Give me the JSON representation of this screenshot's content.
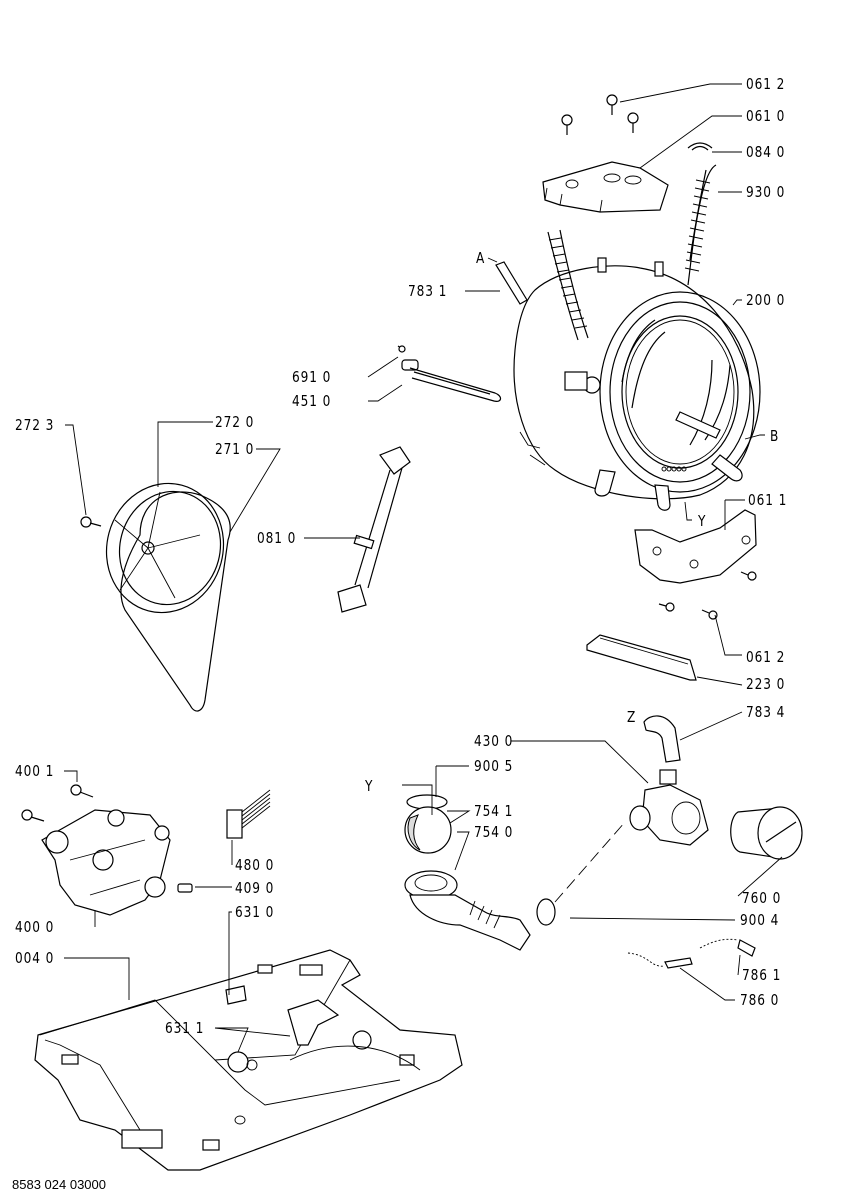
{
  "diagram": {
    "type": "exploded-parts-view",
    "subject": "washing machine tub, motor, drain pump and base assembly",
    "document_code": "8583 024 03000",
    "labels": [
      {
        "id": "061-2-top",
        "text": "061 2",
        "part": "screw"
      },
      {
        "id": "061-0",
        "text": "061 0",
        "part": "tub top counterweight"
      },
      {
        "id": "084-0",
        "text": "084 0",
        "part": "spring clip"
      },
      {
        "id": "930-0",
        "text": "930 0",
        "part": "suspension spring"
      },
      {
        "id": "783-1",
        "text": "783 1",
        "part": "hose/pin A"
      },
      {
        "id": "200-0",
        "text": "200 0",
        "part": "tub assembly"
      },
      {
        "id": "691-0",
        "text": "691 0",
        "part": "NTC sensor"
      },
      {
        "id": "451-0",
        "text": "451 0",
        "part": "heating element"
      },
      {
        "id": "272-3",
        "text": "272 3",
        "part": "pulley screw"
      },
      {
        "id": "272-0",
        "text": "272 0",
        "part": "drum pulley"
      },
      {
        "id": "271-0",
        "text": "271 0",
        "part": "drive belt"
      },
      {
        "id": "081-0",
        "text": "081 0",
        "part": "shock absorber"
      },
      {
        "id": "061-1",
        "text": "061 1",
        "part": "lower counterweight"
      },
      {
        "id": "061-2-bottom",
        "text": "061 2",
        "part": "screw"
      },
      {
        "id": "223-0",
        "text": "223 0",
        "part": "drum paddle"
      },
      {
        "id": "783-4",
        "text": "783 4",
        "part": "hose Z"
      },
      {
        "id": "430-0",
        "text": "430 0",
        "part": "drain pump"
      },
      {
        "id": "900-5",
        "text": "900 5",
        "part": "clamp"
      },
      {
        "id": "754-1",
        "text": "754 1",
        "part": "ball"
      },
      {
        "id": "754-0",
        "text": "754 0",
        "part": "sump hose"
      },
      {
        "id": "760-0",
        "text": "760 0",
        "part": "pump filter"
      },
      {
        "id": "900-4",
        "text": "900 4",
        "part": "clamp"
      },
      {
        "id": "786-1",
        "text": "786 1",
        "part": "connector"
      },
      {
        "id": "786-0",
        "text": "786 0",
        "part": "pressure tube"
      },
      {
        "id": "400-1",
        "text": "400 1",
        "part": "motor screw"
      },
      {
        "id": "400-0",
        "text": "400 0",
        "part": "motor"
      },
      {
        "id": "480-0",
        "text": "480 0",
        "part": "wiring connector"
      },
      {
        "id": "409-0",
        "text": "409 0",
        "part": "carbon brush"
      },
      {
        "id": "631-0",
        "text": "631 0",
        "part": "clip"
      },
      {
        "id": "004-0",
        "text": "004 0",
        "part": "base plate"
      },
      {
        "id": "631-1",
        "text": "631 1",
        "part": "foot / clip"
      }
    ],
    "reference_letters": [
      {
        "id": "A",
        "text": "A"
      },
      {
        "id": "B",
        "text": "B"
      },
      {
        "id": "Y-top",
        "text": "Y"
      },
      {
        "id": "Y-left",
        "text": "Y"
      },
      {
        "id": "Z",
        "text": "Z"
      }
    ]
  }
}
